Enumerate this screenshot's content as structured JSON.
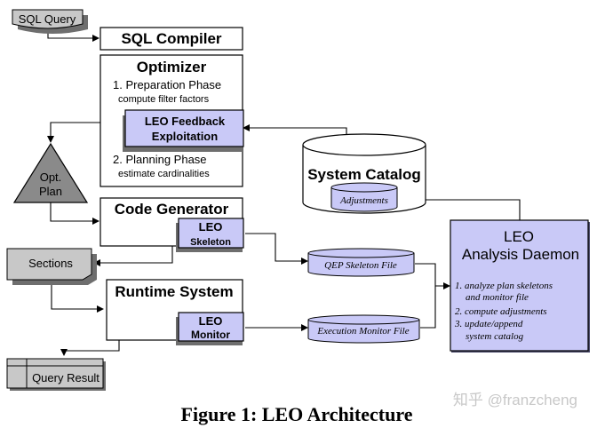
{
  "diagram": {
    "sql_query": "SQL Query",
    "sql_compiler": "SQL Compiler",
    "optimizer": {
      "title": "Optimizer",
      "prep_phase": "1. Preparation Phase",
      "prep_detail": "compute  filter factors",
      "feedback_line1": "LEO Feedback",
      "feedback_line2": "Exploitation",
      "plan_phase": "2. Planning Phase",
      "plan_detail": "estimate cardinalities"
    },
    "opt_plan": {
      "line1": "Opt.",
      "line2": "Plan"
    },
    "system_catalog": "System Catalog",
    "adjustments": "Adjustments",
    "code_generator": "Code Generator",
    "leo_skeleton": {
      "line1": "LEO",
      "line2": "Skeleton"
    },
    "sections": "Sections",
    "qep_skeleton_file": "QEP Skeleton File",
    "runtime_system": "Runtime System",
    "leo_monitor": {
      "line1": "LEO",
      "line2": "Monitor"
    },
    "execution_monitor_file": "Execution Monitor File",
    "query_result": "Query Result",
    "daemon": {
      "title_line1": "LEO",
      "title_line2": "Analysis Daemon",
      "steps": [
        "1. analyze plan skeletons",
        "and monitor file",
        "2. compute adjustments",
        "3. update/append",
        "system catalog"
      ]
    }
  },
  "caption": "Figure 1: LEO Architecture",
  "watermark": "知乎 @franzcheng",
  "colors": {
    "leo_fill": "#c9c9f7",
    "shadow": "#6e6e6e",
    "doc_fill": "#c8c8c8",
    "triangle_fill": "#8a8a8a"
  }
}
